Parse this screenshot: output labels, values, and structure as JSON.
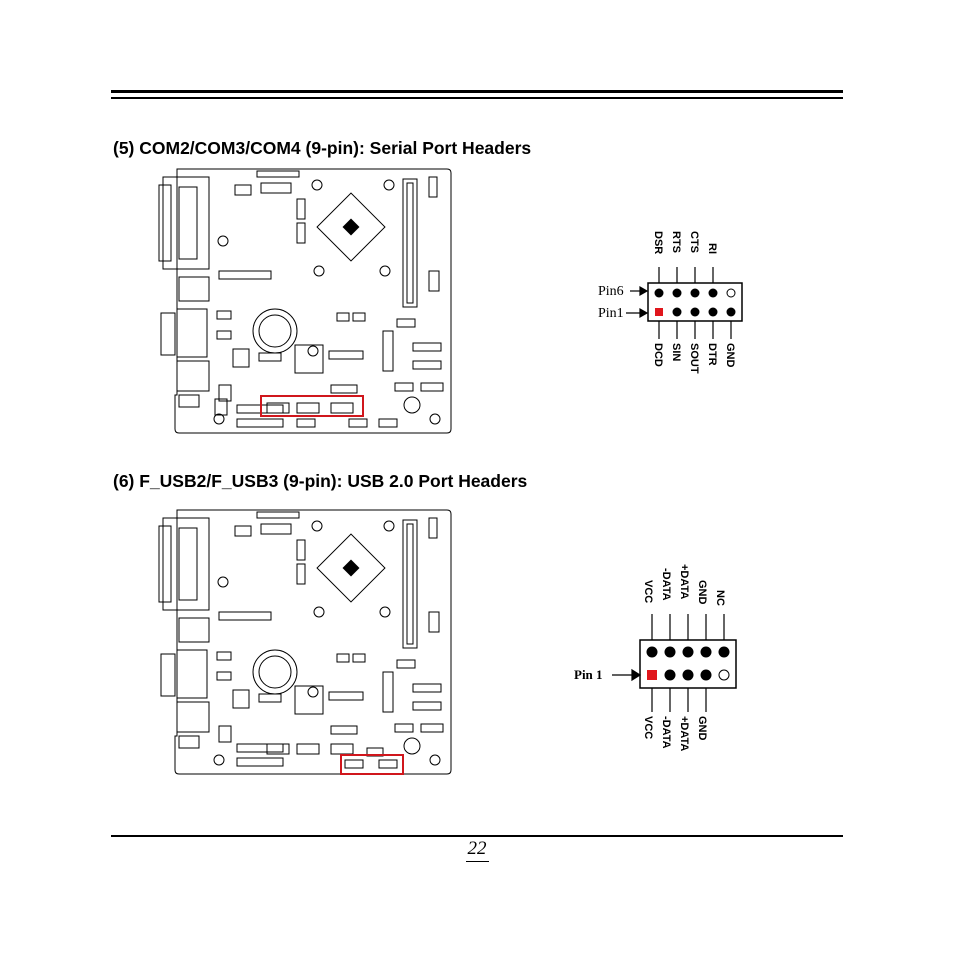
{
  "sections": [
    {
      "heading": "(5) COM2/COM3/COM4 (9-pin): Serial Port Headers",
      "header": {
        "pin_labels_left": [
          "Pin6",
          "Pin1"
        ],
        "top_signals": [
          "DSR",
          "RTS",
          "CTS",
          "RI"
        ],
        "bottom_signals": [
          "DCD",
          "SIN",
          "SOUT",
          "DTR",
          "GND"
        ]
      }
    },
    {
      "heading": "(6) F_USB2/F_USB3 (9-pin): USB 2.0 Port Headers",
      "header": {
        "pin_label_left": "Pin 1",
        "top_signals": [
          "VCC",
          "-DATA",
          "+DATA",
          "GND",
          "NC"
        ],
        "bottom_signals": [
          "VCC",
          "-DATA",
          "+DATA",
          "GND"
        ]
      }
    }
  ],
  "colors": {
    "highlight": "#d0161c",
    "pin1": "#e0161c"
  },
  "page_number": "22"
}
